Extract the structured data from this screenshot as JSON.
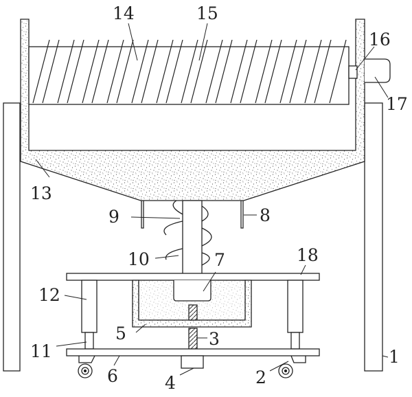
{
  "figure": {
    "callouts": [
      {
        "id": "1",
        "label": "1"
      },
      {
        "id": "2",
        "label": "2"
      },
      {
        "id": "3",
        "label": "3"
      },
      {
        "id": "4",
        "label": "4"
      },
      {
        "id": "5",
        "label": "5"
      },
      {
        "id": "6",
        "label": "6"
      },
      {
        "id": "7",
        "label": "7"
      },
      {
        "id": "8",
        "label": "8"
      },
      {
        "id": "9",
        "label": "9"
      },
      {
        "id": "10",
        "label": "10"
      },
      {
        "id": "11",
        "label": "11"
      },
      {
        "id": "12",
        "label": "12"
      },
      {
        "id": "13",
        "label": "13"
      },
      {
        "id": "14",
        "label": "14"
      },
      {
        "id": "15",
        "label": "15"
      },
      {
        "id": "16",
        "label": "16"
      },
      {
        "id": "17",
        "label": "17"
      },
      {
        "id": "18",
        "label": "18"
      }
    ]
  }
}
